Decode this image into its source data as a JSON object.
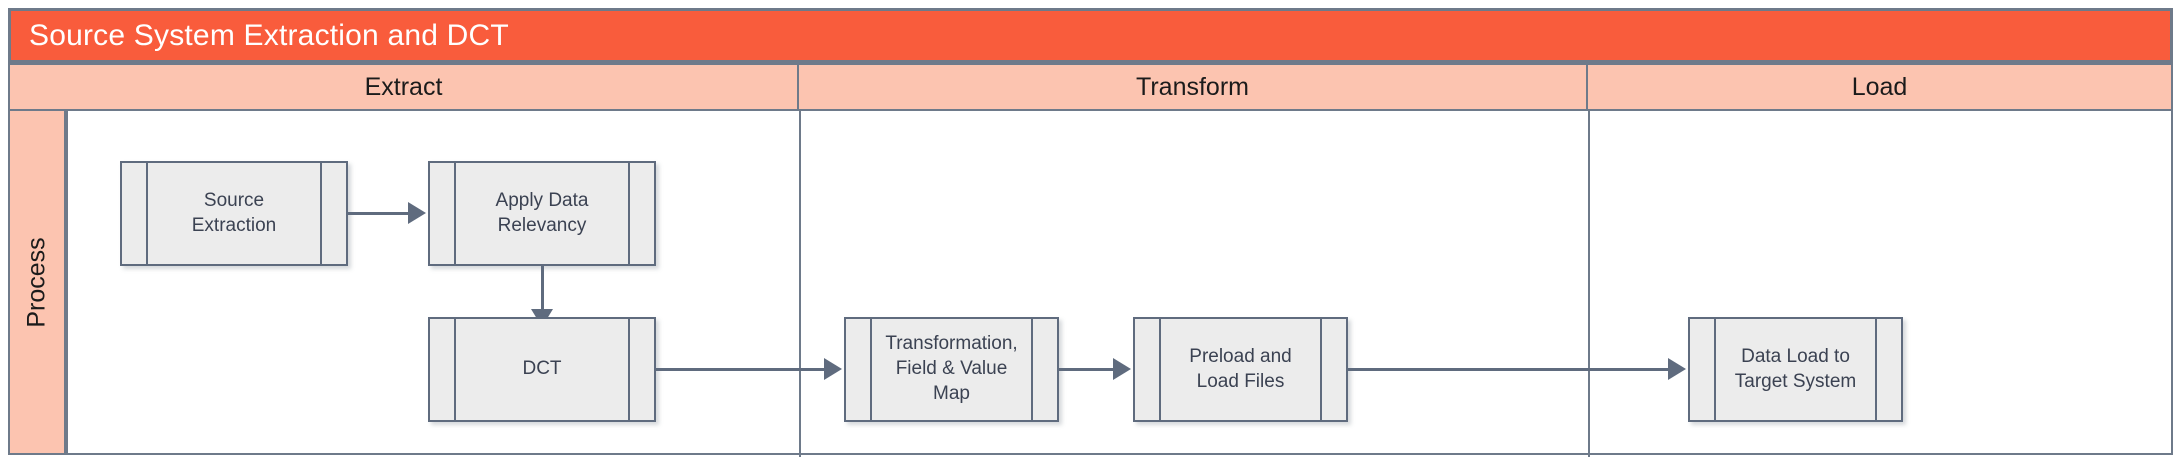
{
  "colors": {
    "title_bar_bg": "#f95c3c",
    "title_text": "#ffffff",
    "lane_header_bg": "#fcc4b0",
    "frame_border": "#6e7a8a",
    "box_fill": "#ececec",
    "box_border": "#5f6b7e",
    "box_text": "#3b4252",
    "connector": "#5f6b7e",
    "page_bg": "#ffffff"
  },
  "title": {
    "text": "Source System Extraction and DCT"
  },
  "lanes": [
    {
      "id": "extract",
      "label": "Extract"
    },
    {
      "id": "transform",
      "label": "Transform"
    },
    {
      "id": "load",
      "label": "Load"
    }
  ],
  "band": {
    "label": "Process"
  },
  "nodes": [
    {
      "id": "source-extraction",
      "label": "Source\nExtraction",
      "lane": "extract",
      "shape": "predefined-process"
    },
    {
      "id": "apply-data-relevancy",
      "label": "Apply Data\nRelevancy",
      "lane": "extract",
      "shape": "predefined-process"
    },
    {
      "id": "dct",
      "label": "DCT",
      "lane": "extract",
      "shape": "predefined-process"
    },
    {
      "id": "transformation-field-value-map",
      "label": "Transformation,\nField & Value\nMap",
      "lane": "transform",
      "shape": "predefined-process"
    },
    {
      "id": "preload-and-load-files",
      "label": "Preload and\nLoad Files",
      "lane": "transform",
      "shape": "predefined-process"
    },
    {
      "id": "data-load-to-target-system",
      "label": "Data Load to\nTarget System",
      "lane": "load",
      "shape": "predefined-process"
    }
  ],
  "connections": [
    {
      "from": "source-extraction",
      "to": "apply-data-relevancy",
      "direction": "right"
    },
    {
      "from": "apply-data-relevancy",
      "to": "dct",
      "direction": "down"
    },
    {
      "from": "dct",
      "to": "transformation-field-value-map",
      "direction": "right"
    },
    {
      "from": "transformation-field-value-map",
      "to": "preload-and-load-files",
      "direction": "right"
    },
    {
      "from": "preload-and-load-files",
      "to": "data-load-to-target-system",
      "direction": "right"
    }
  ]
}
